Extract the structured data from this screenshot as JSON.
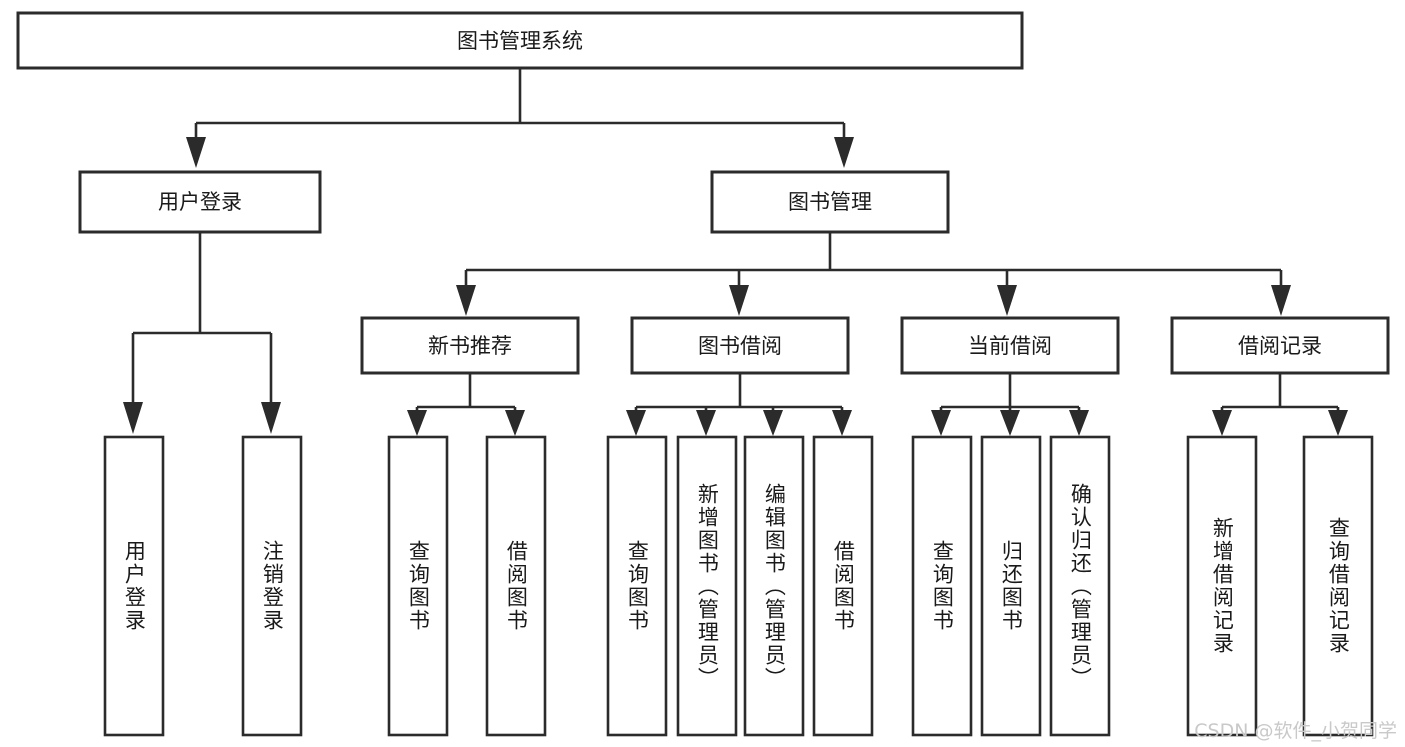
{
  "diagram": {
    "title": "图书管理系统",
    "type": "tree-hierarchy-chart",
    "orientation": "top-down",
    "box_fill": "#ffffff",
    "box_stroke": "#2b2b2b",
    "text_color": "#1a1a1a",
    "background": "#ffffff"
  },
  "root": {
    "label": "图书管理系统"
  },
  "level1": [
    {
      "label": "用户登录"
    },
    {
      "label": "图书管理"
    }
  ],
  "level2": [
    {
      "label": "新书推荐"
    },
    {
      "label": "图书借阅"
    },
    {
      "label": "当前借阅"
    },
    {
      "label": "借阅记录"
    }
  ],
  "leaves": {
    "user_login": [
      {
        "label": "用户登录"
      },
      {
        "label": "注销登录"
      }
    ],
    "new_book_recommend": [
      {
        "label": "查询图书"
      },
      {
        "label": "借阅图书"
      }
    ],
    "book_borrow": [
      {
        "label": "查询图书"
      },
      {
        "label": "新增图书（管理员）"
      },
      {
        "label": "编辑图书（管理员）"
      },
      {
        "label": "借阅图书"
      }
    ],
    "current_borrow": [
      {
        "label": "查询图书"
      },
      {
        "label": "归还图书"
      },
      {
        "label": "确认归还（管理员）"
      }
    ],
    "borrow_record": [
      {
        "label": "新增借阅记录"
      },
      {
        "label": "查询借阅记录"
      }
    ]
  },
  "watermark": {
    "text": "CSDN @软件_小贺同学"
  }
}
